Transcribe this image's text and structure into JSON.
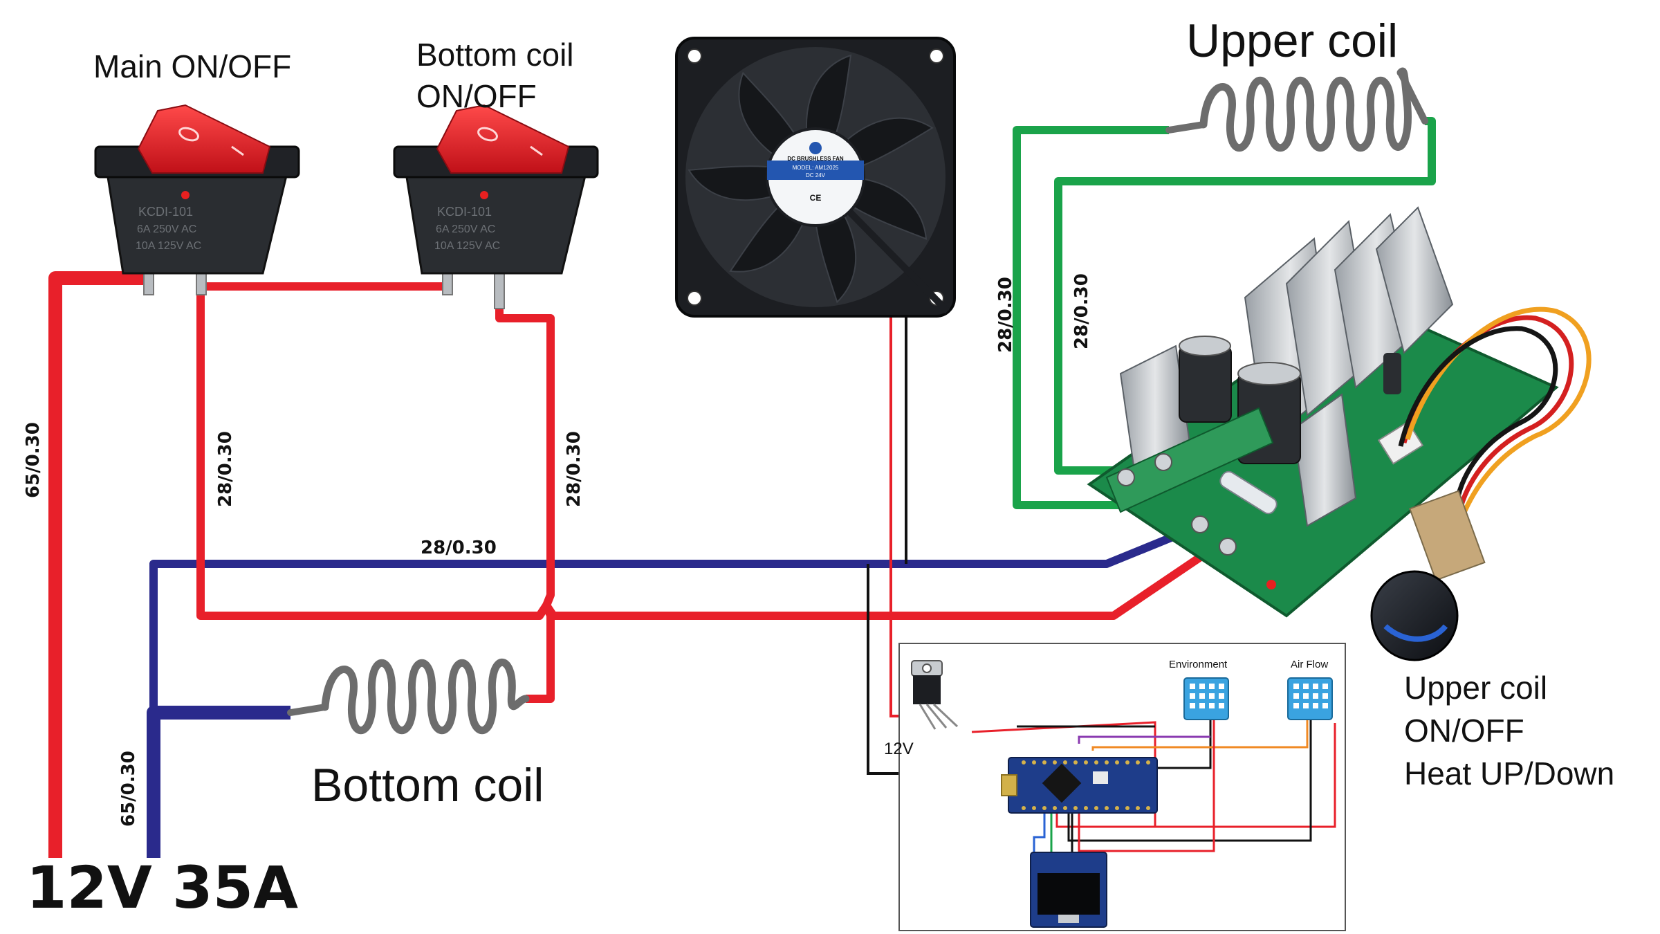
{
  "labels": {
    "main_switch": "Main ON/OFF",
    "bottom_switch_line1": "Bottom coil",
    "bottom_switch_line2": "ON/OFF",
    "upper_coil": "Upper coil",
    "bottom_coil": "Bottom coil",
    "controller_line1": "Upper coil",
    "controller_line2": "ON/OFF",
    "controller_line3": "Heat UP/Down",
    "power_supply": "12V 35A",
    "mcu_voltage": "12V",
    "sensor_environment": "Environment",
    "sensor_airflow": "Air Flow"
  },
  "wire_gauges": {
    "main_positive": "65/0.30",
    "main_negative": "65/0.30",
    "switch_link": "28/0.30",
    "bottom_coil_feed": "28/0.30",
    "negative_bus": "28/0.30",
    "upper_coil_a": "28/0.30",
    "upper_coil_b": "28/0.30"
  },
  "switch_markings": {
    "line1": "KCDI-101",
    "line2": "6A 250V AC",
    "line3": "10A 125V AC"
  },
  "fan_sticker": {
    "line1": "DC BRUSHLESS FAN",
    "line2": "MODEL: AM12025",
    "line3": "DC 24V",
    "ce": "CE"
  },
  "colors": {
    "positive_wire": "#e8202a",
    "negative_wire": "#2a2a8c",
    "coil_wire": "#1aa34a",
    "signal_wire": "#111111",
    "purple_wire": "#8a3ab0",
    "orange_wire": "#f08a24",
    "switch_red": "#e6202a",
    "pcb_green": "#1b8a4a"
  }
}
